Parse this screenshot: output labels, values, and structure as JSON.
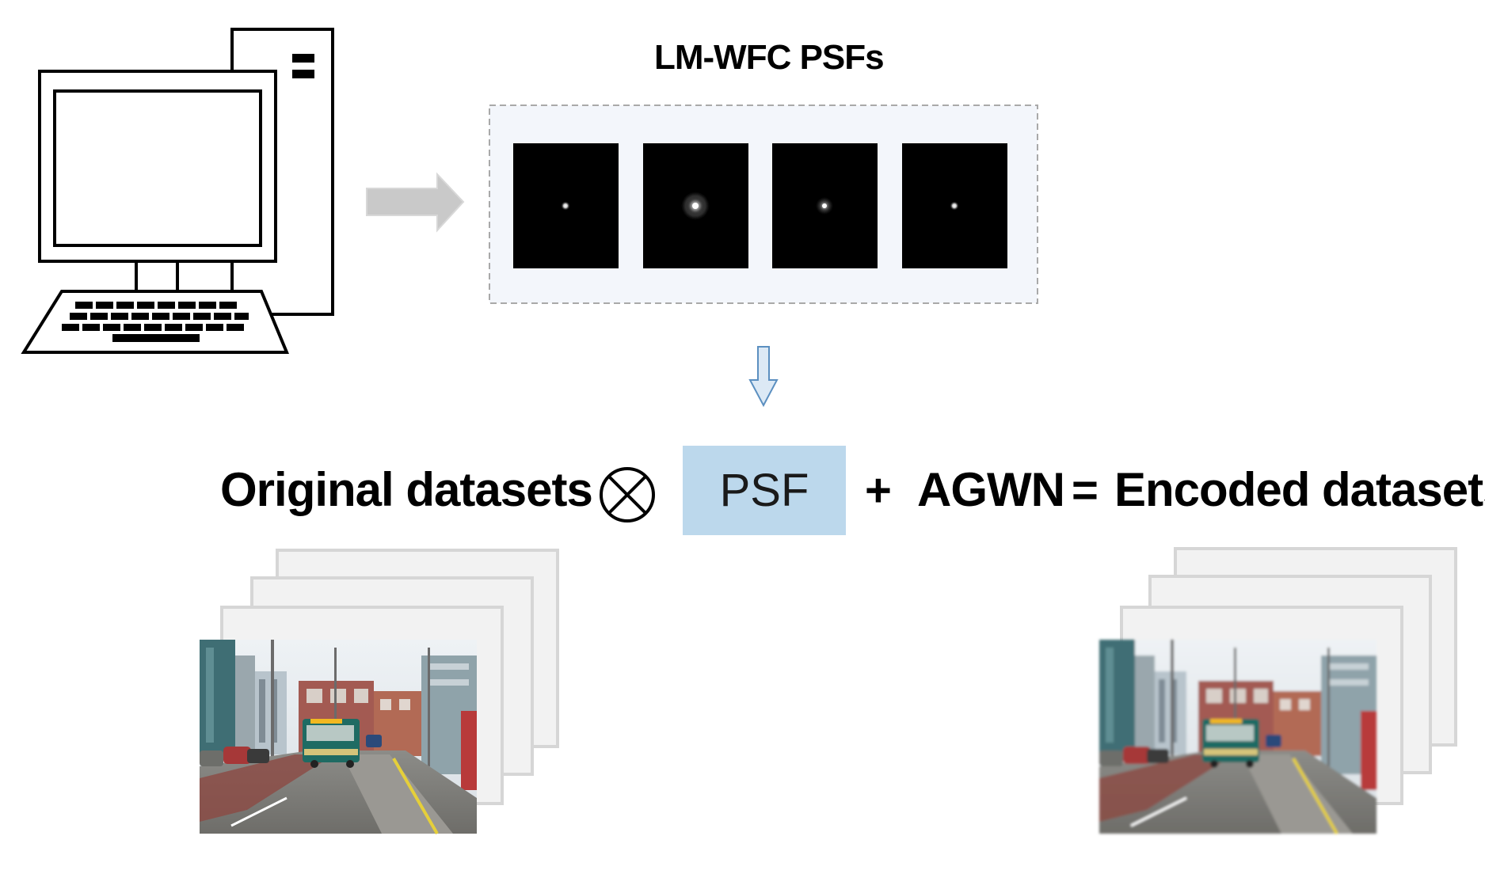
{
  "psf_panel": {
    "title": "LM-WFC PSFs",
    "psf_count": 4
  },
  "equation": {
    "left_label": "Original datasets",
    "operator_convolve": "⊗",
    "kernel_label": "PSF",
    "plus": "+",
    "noise_label": "AGWN",
    "equals": "=",
    "right_label": "Encoded datasets"
  },
  "colors": {
    "psf_box_fill": "#bcd8ec",
    "arrow_fill": "#c9c9c9",
    "down_arrow_fill": "#dce9f5",
    "down_arrow_stroke": "#5b8fc0",
    "psf_tile": "#000000",
    "stack_frame": "#d6d6d6"
  },
  "icons": [
    "computer-icon",
    "right-arrow-icon",
    "down-arrow-icon",
    "convolution-icon",
    "street-photo-icon"
  ]
}
